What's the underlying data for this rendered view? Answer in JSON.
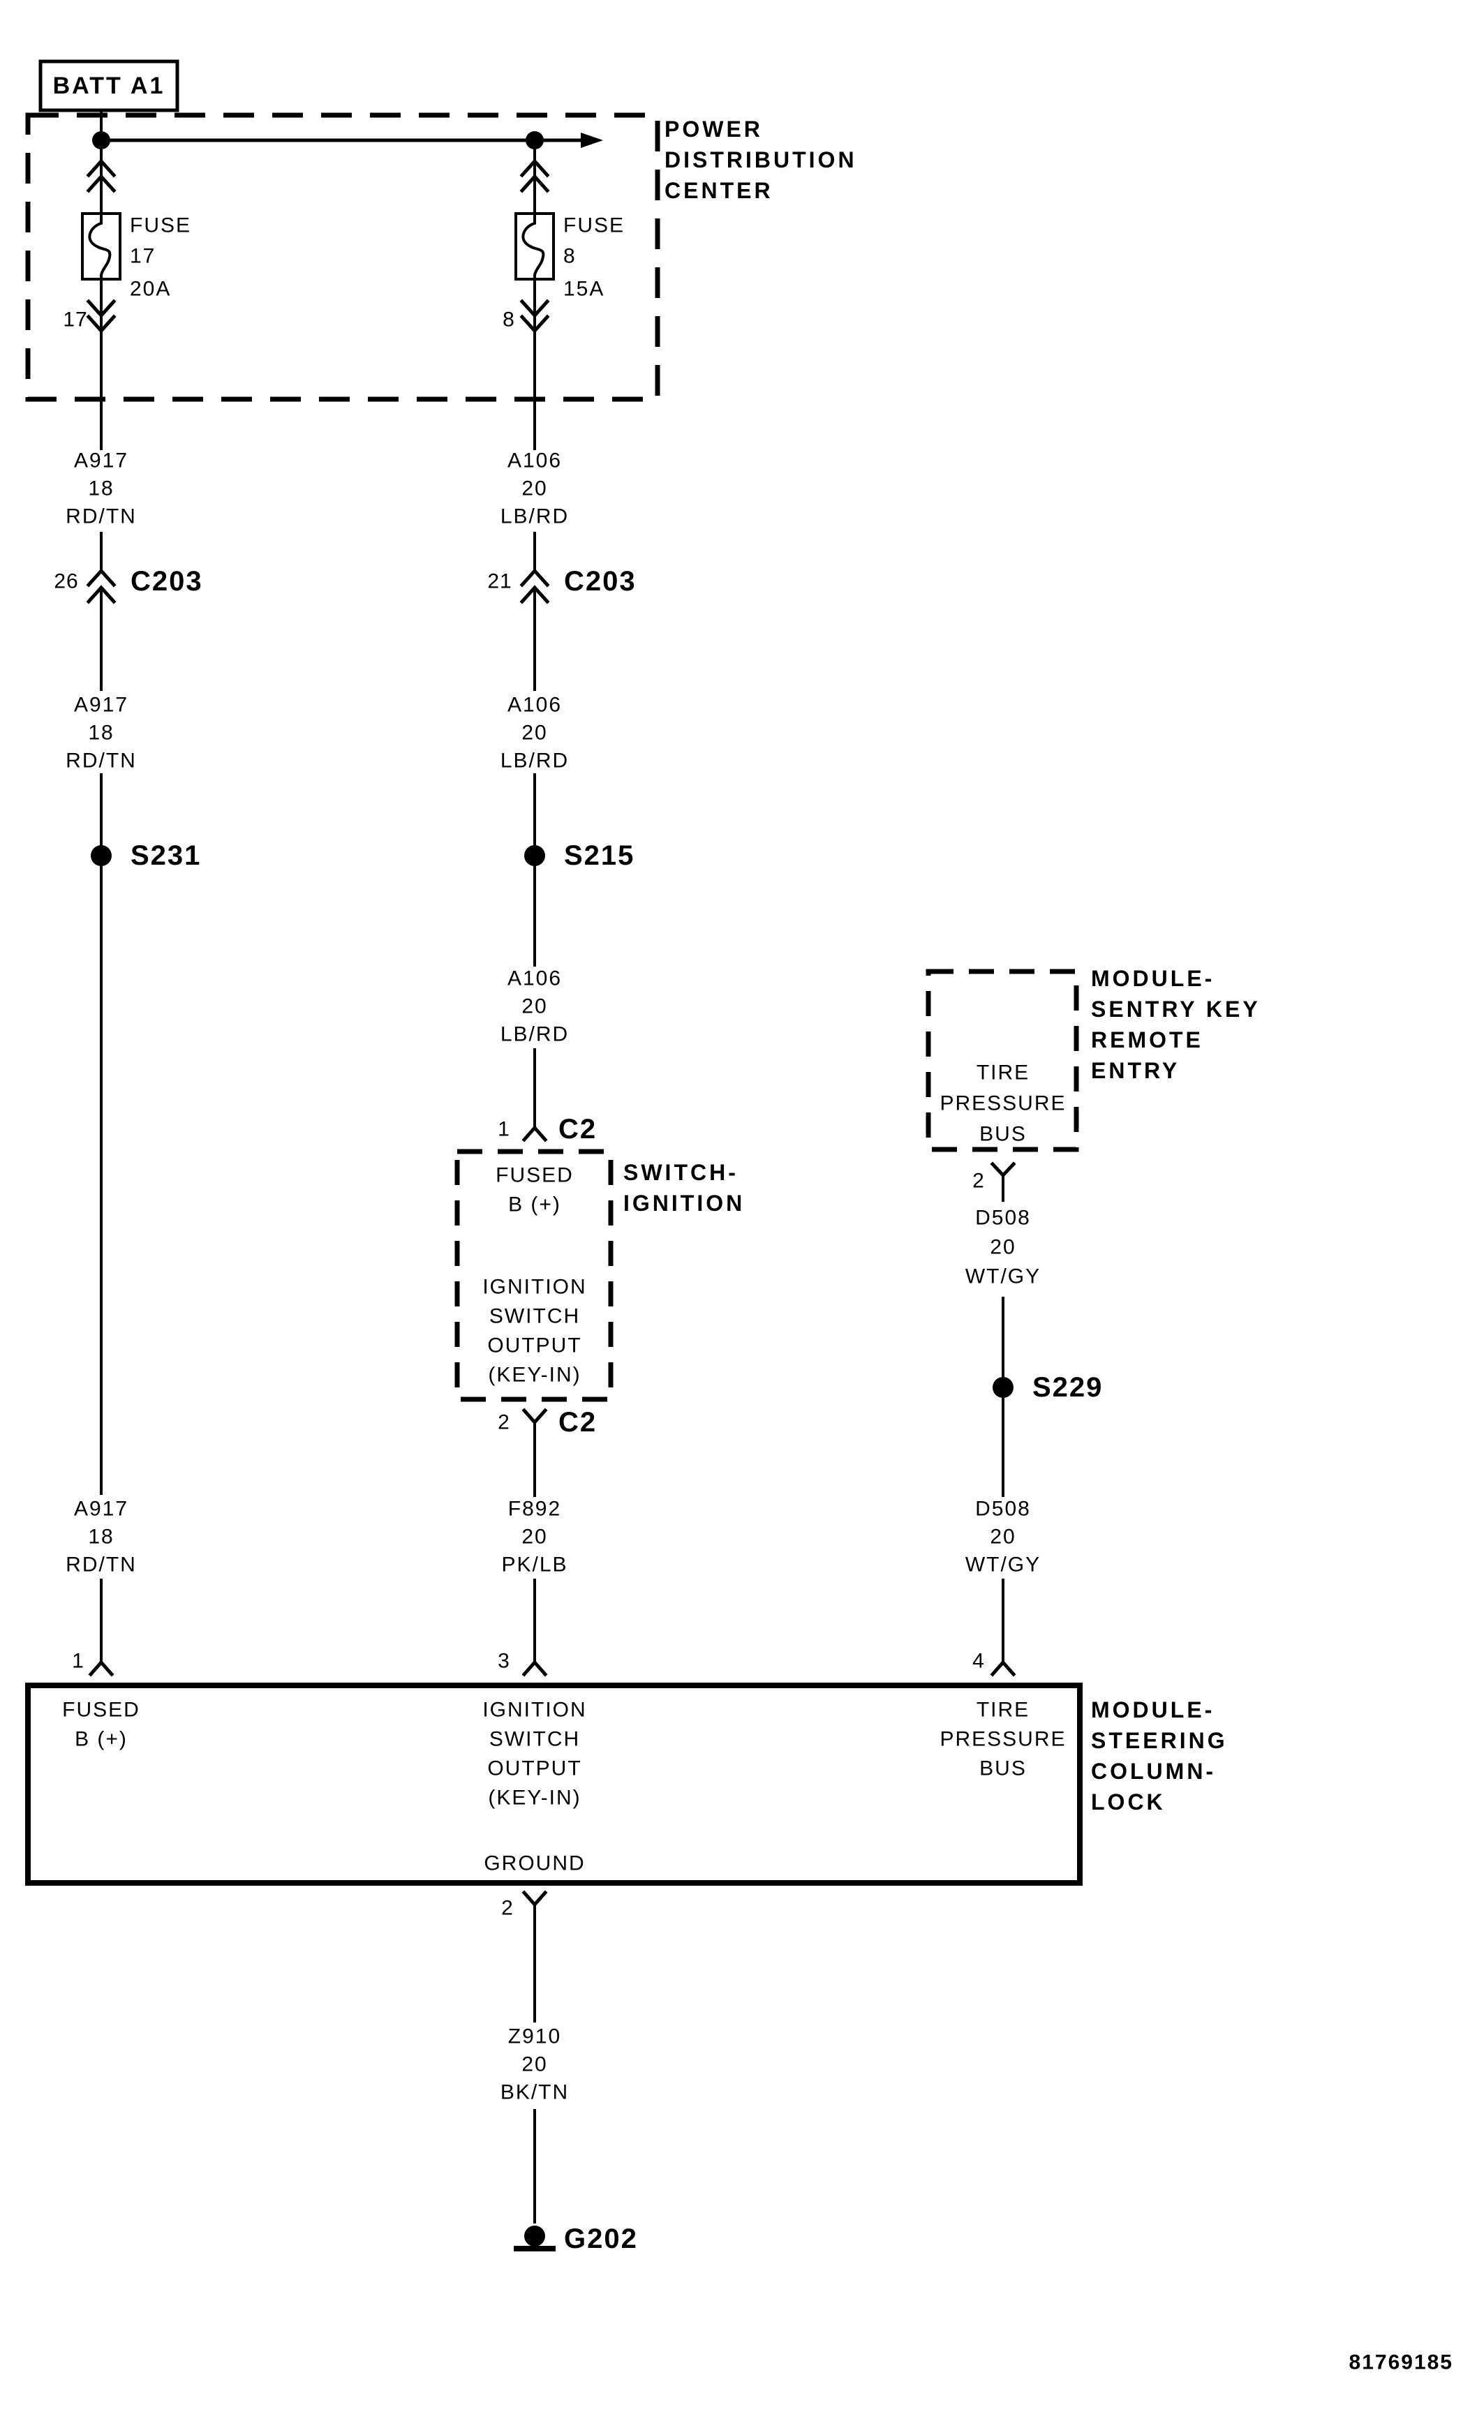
{
  "page": {
    "background": "#ffffff",
    "ink": "#000000"
  },
  "battery": {
    "label": "BATT A1"
  },
  "pdc": {
    "title_lines": [
      "POWER",
      "DISTRIBUTION",
      "CENTER"
    ],
    "fuse_left": {
      "name": "FUSE",
      "number": "17",
      "rating": "20A",
      "pin": "17"
    },
    "fuse_right": {
      "name": "FUSE",
      "number": "8",
      "rating": "15A",
      "pin": "8"
    }
  },
  "c203_left": {
    "pin": "26",
    "label": "C203"
  },
  "c203_right": {
    "pin": "21",
    "label": "C203"
  },
  "wires": {
    "a917_1": [
      "A917",
      "18",
      "RD/TN"
    ],
    "a917_2": [
      "A917",
      "18",
      "RD/TN"
    ],
    "a917_3": [
      "A917",
      "18",
      "RD/TN"
    ],
    "a106_1": [
      "A106",
      "20",
      "LB/RD"
    ],
    "a106_2": [
      "A106",
      "20",
      "LB/RD"
    ],
    "a106_3": [
      "A106",
      "20",
      "LB/RD"
    ],
    "f892": [
      "F892",
      "20",
      "PK/LB"
    ],
    "d508_1": [
      "D508",
      "20",
      "WT/GY"
    ],
    "d508_2": [
      "D508",
      "20",
      "WT/GY"
    ],
    "z910": [
      "Z910",
      "20",
      "BK/TN"
    ]
  },
  "splices": {
    "s231": "S231",
    "s215": "S215",
    "s229": "S229"
  },
  "switch_ignition": {
    "title_lines": [
      "SWITCH-",
      "IGNITION"
    ],
    "c2_top": {
      "pin": "1",
      "label": "C2"
    },
    "c2_bottom": {
      "pin": "2",
      "label": "C2"
    },
    "pin_top_function": [
      "FUSED",
      "B (+)"
    ],
    "pin_bottom_function": [
      "IGNITION",
      "SWITCH",
      "OUTPUT",
      "(KEY-IN)"
    ]
  },
  "module_sentry": {
    "title_lines": [
      "MODULE-",
      "SENTRY KEY",
      "REMOTE",
      "ENTRY"
    ],
    "function_lines": [
      "TIRE",
      "PRESSURE",
      "BUS"
    ],
    "pin": "2"
  },
  "module_steering": {
    "title_lines": [
      "MODULE-",
      "STEERING",
      "COLUMN-",
      "LOCK"
    ],
    "pin1": "1",
    "pin3": "3",
    "pin4": "4",
    "pin2": "2",
    "pin1_function": [
      "FUSED",
      "B (+)"
    ],
    "pin3_function": [
      "IGNITION",
      "SWITCH",
      "OUTPUT",
      "(KEY-IN)"
    ],
    "pin4_function": [
      "TIRE",
      "PRESSURE",
      "BUS"
    ],
    "ground_label": "GROUND"
  },
  "ground": {
    "label": "G202"
  },
  "footer": {
    "part_number": "81769185"
  },
  "icons": {
    "splice-dot-icon": "filled circle splice point",
    "junction-dot-icon": "filled circle wire junction",
    "fuse-element-icon": "S-curve fuse element in box",
    "inline-connector-chevron-icon": "stacked chevrons in-line connector",
    "pin-connector-fork-icon": "forked terminal entering/leaving component",
    "ground-icon": "dome on bar ground symbol",
    "bus-arrowhead-icon": "solid triangle wire continuation arrow"
  }
}
